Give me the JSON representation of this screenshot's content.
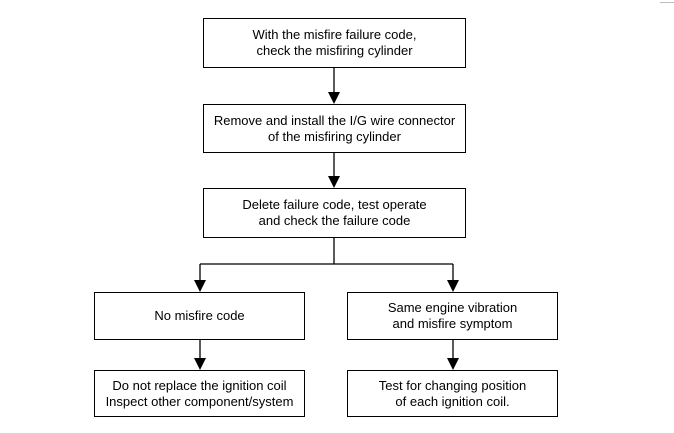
{
  "flowchart": {
    "step1": {
      "line1": "With the misfire failure code,",
      "line2": "check the misfiring cylinder"
    },
    "step2": {
      "line1": "Remove and install the I/G wire connector",
      "line2": "of the misfiring cylinder"
    },
    "step3": {
      "line1": "Delete failure code, test operate",
      "line2": "and check the  failure code"
    },
    "left_branch": {
      "result": "No misfire code",
      "action": {
        "line1": "Do not replace the ignition coil",
        "line2": "Inspect other component/system"
      }
    },
    "right_branch": {
      "result": {
        "line1": "Same engine vibration",
        "line2": "and misfire symptom"
      },
      "action": {
        "line1": "Test for changing position",
        "line2": "of each ignition coil."
      }
    }
  }
}
